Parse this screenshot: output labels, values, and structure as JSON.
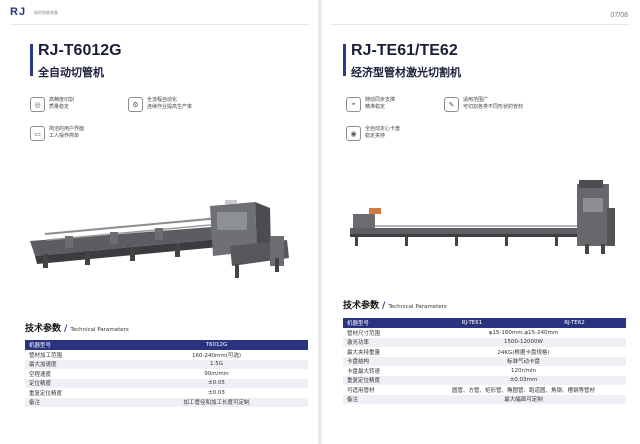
{
  "header": {
    "logo": "RJ",
    "logo_subtitle": "瑞杰智能装备",
    "page": "07/08"
  },
  "left": {
    "model": "RJ-T6012G",
    "subtitle": "全自动切管机",
    "features": [
      {
        "icon": "target-icon",
        "lines": [
          "高精度切割",
          "质量稳定"
        ]
      },
      {
        "icon": "gear-icon",
        "lines": [
          "全流程自动化",
          "连续作业提高生产率"
        ]
      },
      {
        "icon": "screen-icon",
        "lines": [
          "简洁的用户界面",
          "工人操作简单"
        ]
      }
    ],
    "spec_title": "技术参数",
    "spec_title_en": "Technical Parameters",
    "spec_header": [
      "机器型号",
      "T6012G"
    ],
    "spec_rows": [
      [
        "管材加工范围",
        "160-240mm(可选)"
      ],
      [
        "最大加速度",
        "1.5G"
      ],
      [
        "空程速度",
        "90m/min"
      ],
      [
        "定位精度",
        "±0.05"
      ],
      [
        "重复定位精度",
        "±0.03"
      ],
      [
        "备注",
        "加工管径和加工长度可定制"
      ]
    ]
  },
  "right": {
    "model": "RJ-TE61/TE62",
    "subtitle": "经济型管材激光切割机",
    "features": [
      {
        "icon": "location-icon",
        "lines": [
          "随动同步支撑",
          "精准稳定"
        ]
      },
      {
        "icon": "tool-icon",
        "lines": [
          "适用范围广",
          "可切割各类不同形状的管材"
        ]
      },
      {
        "icon": "chuck-icon",
        "lines": [
          "全自动定心卡盘",
          "稳定夹持"
        ]
      }
    ],
    "spec_title": "技术参数",
    "spec_title_en": "Technical Parameters",
    "spec_header": [
      "机器型号",
      "RJ-TE61",
      "RJ-TE62"
    ],
    "spec_rows": [
      [
        "管材尺寸范围",
        "φ15-160mm,φ15-240mm"
      ],
      [
        "激光功率",
        "1500-12000W"
      ],
      [
        "最大夹持重量",
        "24KG(根据卡盘规格)"
      ],
      [
        "卡盘结构",
        "标准气动卡盘"
      ],
      [
        "卡盘最大转速",
        "120r/min"
      ],
      [
        "重复定位精度",
        "±0.03mm"
      ],
      [
        "可适用管材",
        "圆管、方管、矩形管、椭圆管、跑道圆、角钢、槽钢等管材"
      ],
      [
        "备注",
        "最大幅面可定制"
      ]
    ]
  }
}
